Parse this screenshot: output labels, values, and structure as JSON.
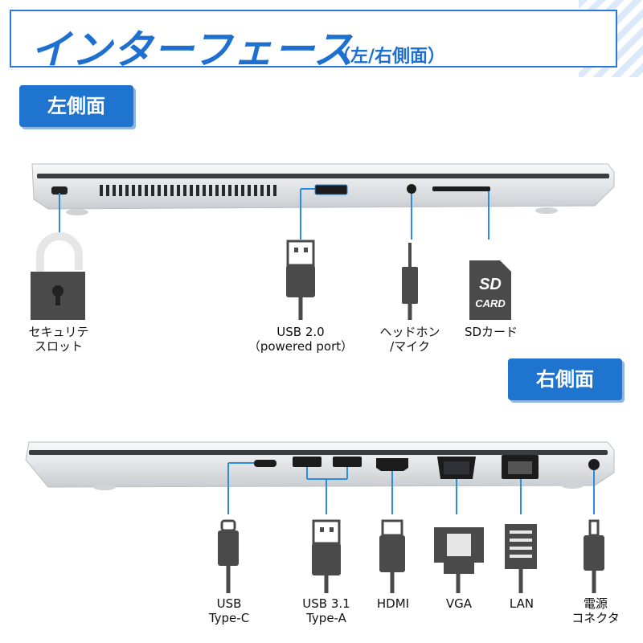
{
  "header": {
    "title": "インターフェース",
    "subtitle": "（左/右側面）"
  },
  "sections": {
    "left_label": "左側面",
    "right_label": "右側面"
  },
  "left_ports": {
    "security": "セキュリテ\nスロット",
    "usb2": "USB 2.0\n（powered port）",
    "headphone": "ヘッドホン\n/マイク",
    "sd": "SDカード",
    "sd_card_text": [
      "SD",
      "CARD"
    ]
  },
  "right_ports": {
    "usbc": "USB\nType-C",
    "usb31": "USB 3.1\nType-A",
    "hdmi": "HDMI",
    "vga": "VGA",
    "lan": "LAN",
    "power": "電源\nコネクタ"
  },
  "colors": {
    "accent": "#1f74cf",
    "connector": "#4a4a4a",
    "chassis": "#e9ecef",
    "line": "#2b8de0"
  },
  "icons": [
    "lock-icon",
    "usb-plug-icon",
    "audio-jack-icon",
    "sd-card-icon",
    "usbc-plug-icon",
    "hdmi-plug-icon",
    "vga-plug-icon",
    "lan-plug-icon",
    "dc-plug-icon"
  ]
}
